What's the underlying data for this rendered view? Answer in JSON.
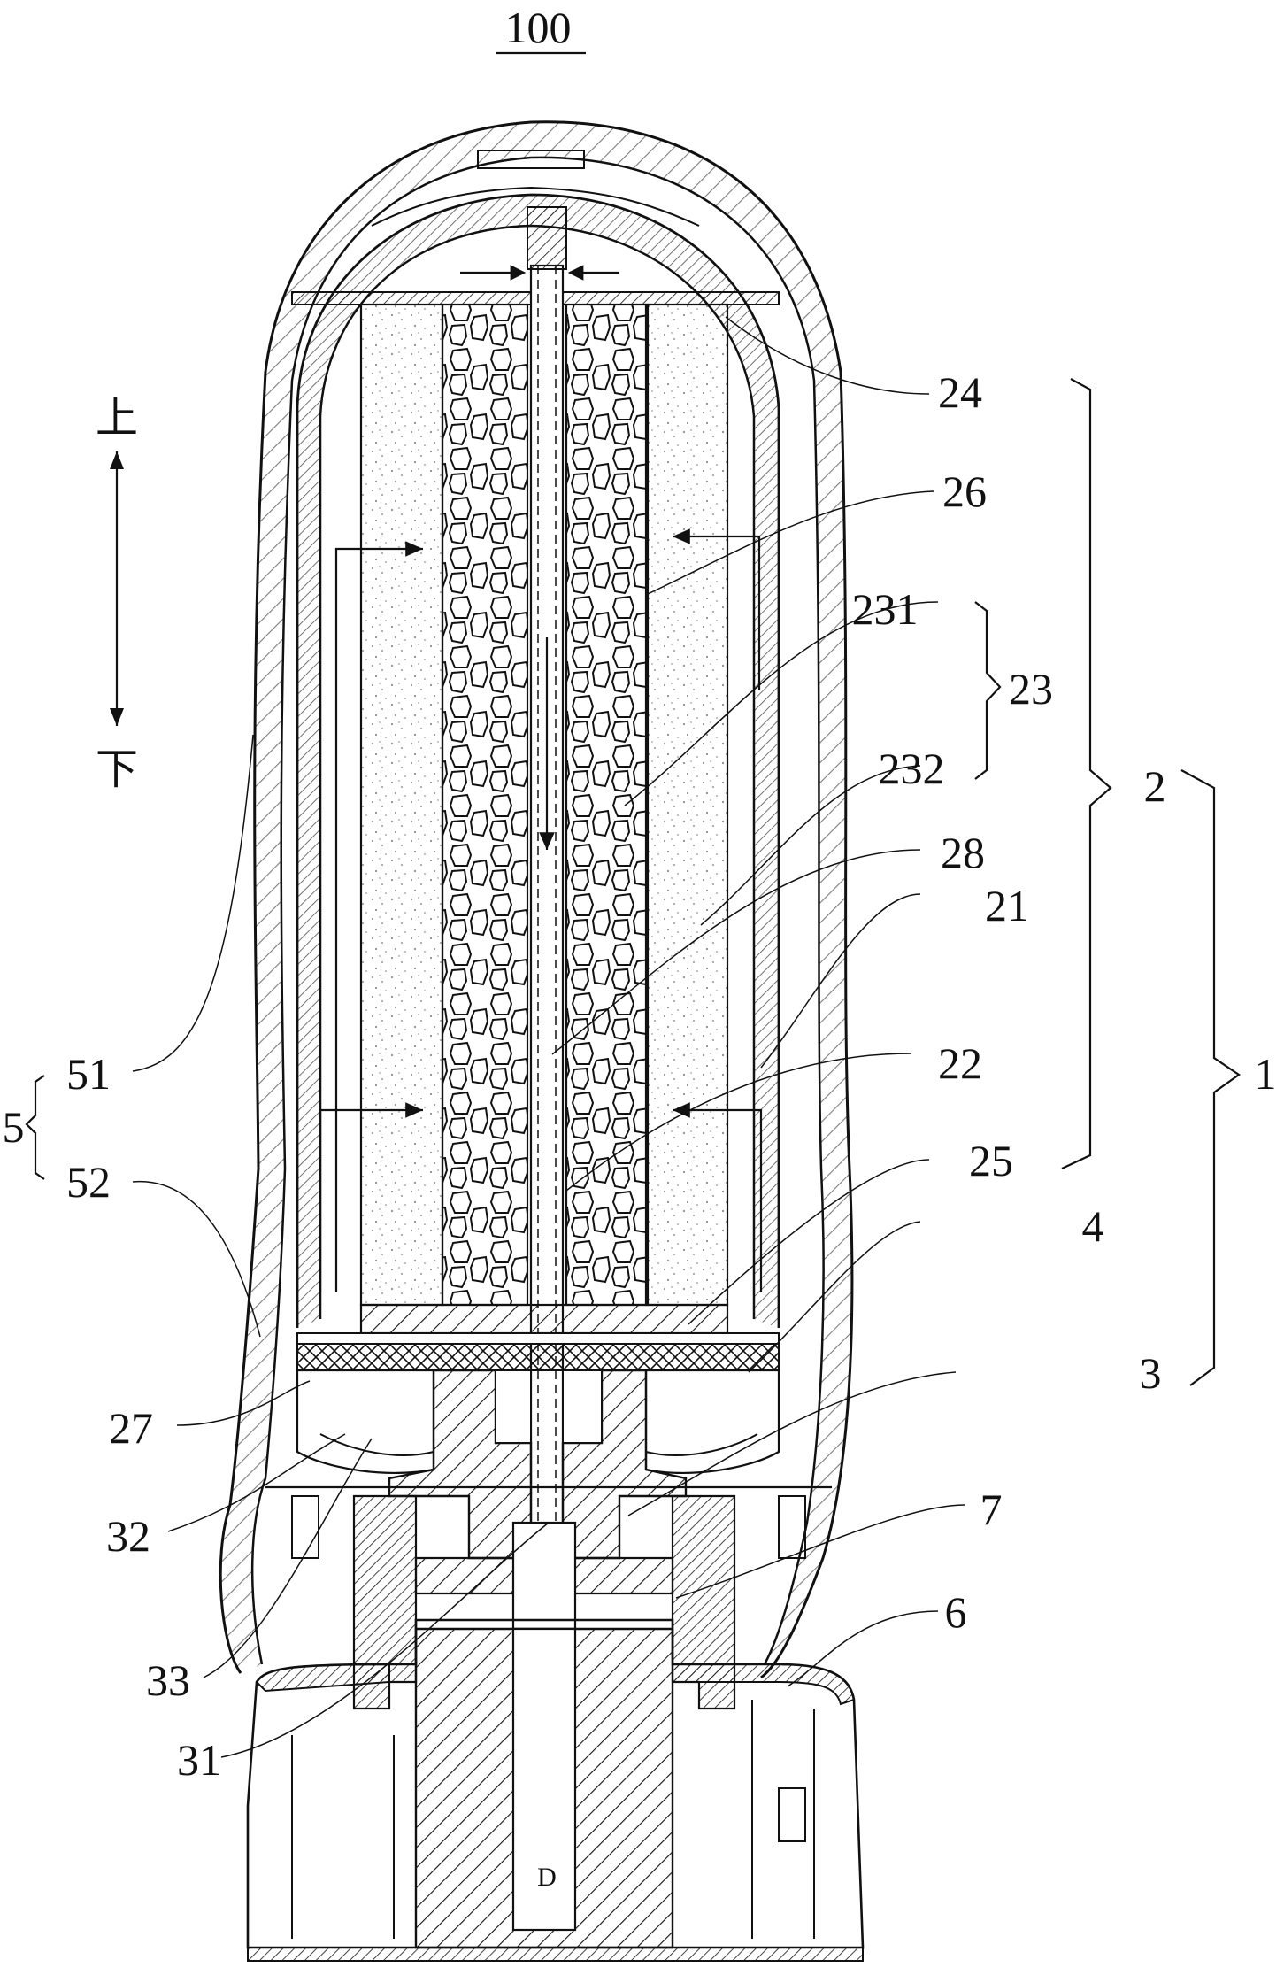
{
  "figure_number": "100",
  "directions": {
    "up": "上",
    "down": "下"
  },
  "labels": {
    "l24": "24",
    "l26": "26",
    "l231": "231",
    "l23": "23",
    "l232": "232",
    "l2": "2",
    "l28": "28",
    "l21": "21",
    "l1": "1",
    "l51": "51",
    "l5": "5",
    "l52": "52",
    "l22": "22",
    "l25": "25",
    "l4": "4",
    "l27": "27",
    "l3": "3",
    "l32": "32",
    "l7": "7",
    "l33": "33",
    "l6": "6",
    "l31": "31",
    "lD": "D"
  }
}
